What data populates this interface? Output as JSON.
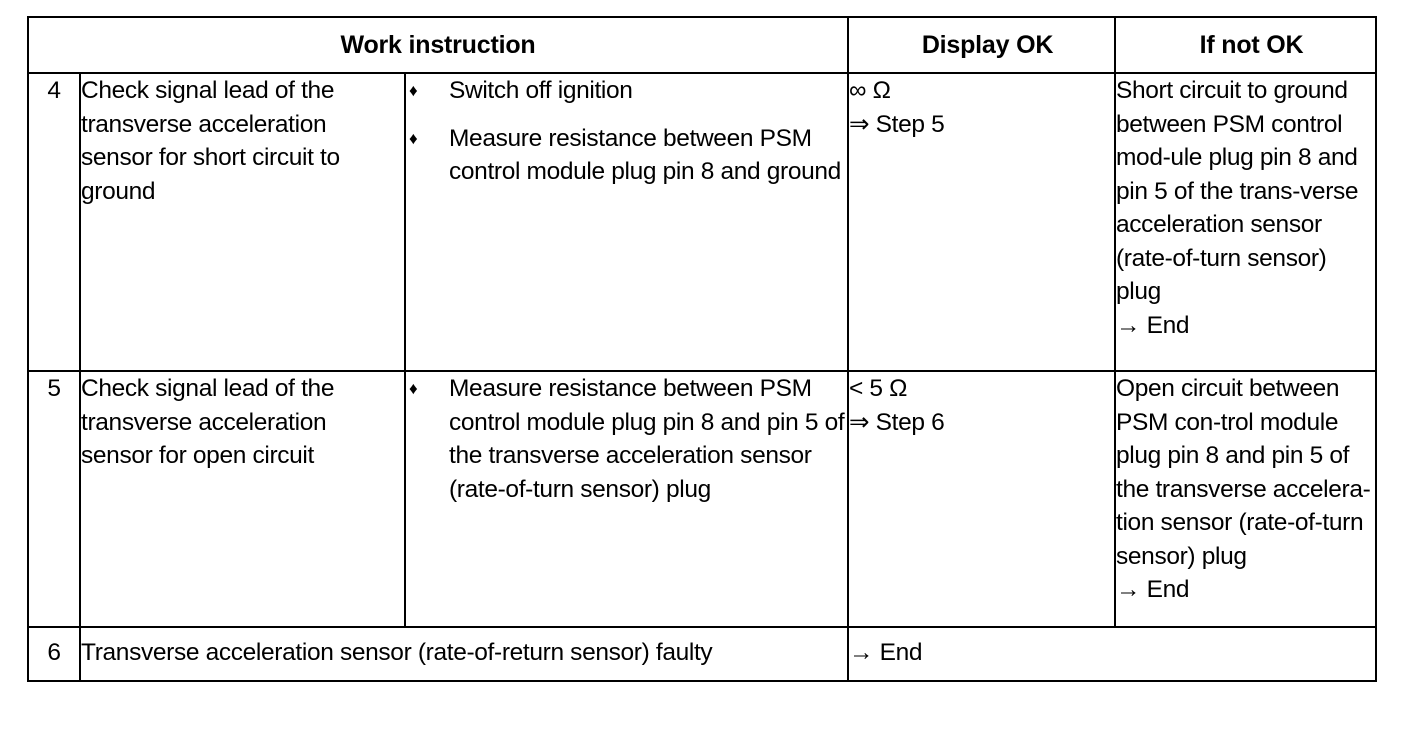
{
  "table": {
    "headers": {
      "work_instruction": "Work instruction",
      "display_ok": "Display OK",
      "if_not_ok": "If not OK"
    },
    "rows": [
      {
        "step": "4",
        "work": "Check signal lead of the transverse acceleration sensor for short circuit to ground",
        "bullets": [
          "Switch off ignition",
          "Measure resistance between PSM control module plug pin 8 and ground"
        ],
        "bullet_glyph": "♦",
        "display_ok_value": "∞ Ω",
        "display_ok_next": "⇒ Step 5",
        "if_not_ok_text": "Short circuit to ground between PSM control mod-ule plug pin 8 and pin 5 of the trans-verse acceleration sensor (rate-of-turn sensor) plug",
        "if_not_ok_end": "→ End"
      },
      {
        "step": "5",
        "work": "Check signal lead of the transverse acceleration sensor for open circuit",
        "bullets": [
          "Measure resistance between PSM control module plug pin 8 and pin 5 of the transverse acceleration sensor (rate-of-turn sensor) plug"
        ],
        "bullet_glyph": "♦",
        "display_ok_value": "< 5 Ω",
        "display_ok_next": "⇒ Step 6",
        "if_not_ok_text": "Open circuit between PSM con-trol module plug pin 8 and pin 5 of the transverse accelera-tion sensor (rate-of-turn sensor) plug",
        "if_not_ok_end": "→ End"
      },
      {
        "step": "6",
        "work": "Transverse acceleration sensor (rate-of-return sensor) faulty",
        "bullets": [],
        "bullet_glyph": "",
        "display_ok_value": "→ End",
        "display_ok_next": "",
        "if_not_ok_text": "",
        "if_not_ok_end": ""
      }
    ]
  }
}
